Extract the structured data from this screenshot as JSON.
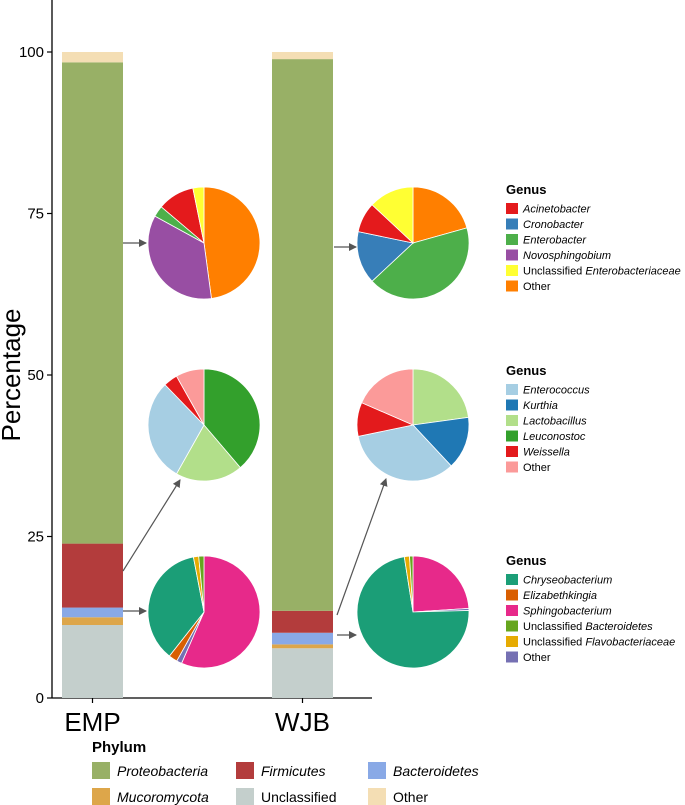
{
  "chart_data": {
    "type": "bar",
    "subtype": "stacked-bar-with-pie-insets",
    "ylabel": "Percentage",
    "ylim": [
      0,
      100
    ],
    "yticks": [
      0,
      25,
      50,
      75,
      100
    ],
    "categories": [
      "EMP",
      "WJB"
    ],
    "bar_series": [
      {
        "name": "Unclassified",
        "color": "#c4cfcc",
        "values": [
          11.3,
          7.7
        ]
      },
      {
        "name": "Mucoromycota",
        "color": "#dda64a",
        "values": [
          1.2,
          0.6
        ]
      },
      {
        "name": "Bacteroidetes",
        "color": "#89a9e6",
        "values": [
          1.5,
          1.8
        ]
      },
      {
        "name": "Firmicutes",
        "color": "#b33c3c",
        "values": [
          9.9,
          3.4
        ]
      },
      {
        "name": "Proteobacteria",
        "color": "#98b066",
        "values": [
          74.5,
          85.4
        ]
      },
      {
        "name": "Other",
        "color": "#f4deb4",
        "values": [
          1.6,
          1.1
        ]
      }
    ],
    "phylum_legend": {
      "title": "Phylum",
      "items": [
        {
          "label": "Proteobacteria",
          "color": "#98b066",
          "italic": true
        },
        {
          "label": "Firmicutes",
          "color": "#b33c3c",
          "italic": true
        },
        {
          "label": "Bacteroidetes",
          "color": "#89a9e6",
          "italic": true
        },
        {
          "label": "Mucoromycota",
          "color": "#dda64a",
          "italic": true
        },
        {
          "label": "Unclassified",
          "color": "#c4cfcc",
          "italic": false
        },
        {
          "label": "Other",
          "color": "#f4deb4",
          "italic": false
        }
      ]
    },
    "pie_groups": [
      {
        "phylum": "Proteobacteria",
        "legend_title": "Genus",
        "legend": [
          {
            "label": "Acinetobacter",
            "italic": "Acinetobacter",
            "color": "#e41a1c"
          },
          {
            "label": "Cronobacter",
            "italic": "Cronobacter",
            "color": "#377eb8"
          },
          {
            "label": "Enterobacter",
            "italic": "Enterobacter",
            "color": "#4daf4a"
          },
          {
            "label": "Novosphingobium",
            "italic": "Novosphingobium",
            "color": "#984ea3"
          },
          {
            "label": "Unclassified Enterobacteriaceae",
            "prefix": "Unclassified ",
            "italic": "Enterobacteriaceae",
            "color": "#ffff33"
          },
          {
            "label": "Other",
            "prefix": "Other",
            "italic": "",
            "color": "#ff7f00"
          }
        ],
        "pies": {
          "EMP": {
            "order": [
              "Other",
              "Novosphingobium",
              "Enterobacter",
              "Acinetobacter",
              "Unclassified Enterobacteriaceae"
            ],
            "values": [
              45,
              33,
              3,
              10,
              3
            ]
          },
          "WJB": {
            "order": [
              "Other",
              "Enterobacter",
              "Cronobacter",
              "Acinetobacter",
              "Unclassified Enterobacteriaceae"
            ],
            "values": [
              19,
              39,
              14,
              8,
              12
            ]
          }
        }
      },
      {
        "phylum": "Firmicutes",
        "legend_title": "Genus",
        "legend": [
          {
            "label": "Enterococcus",
            "italic": "Enterococcus",
            "color": "#a6cee3"
          },
          {
            "label": "Kurthia",
            "italic": "Kurthia",
            "color": "#1f78b4"
          },
          {
            "label": "Lactobacillus",
            "italic": "Lactobacillus",
            "color": "#b2df8a"
          },
          {
            "label": "Leuconostoc",
            "italic": "Leuconostoc",
            "color": "#33a02c"
          },
          {
            "label": "Weissella",
            "italic": "Weissella",
            "color": "#e31a1c"
          },
          {
            "label": "Other",
            "prefix": "Other",
            "italic": "",
            "color": "#fb9a99"
          }
        ],
        "pies": {
          "EMP": {
            "order": [
              "Leuconostoc",
              "Lactobacillus",
              "Enterococcus",
              "Weissella",
              "Other"
            ],
            "values": [
              38,
              19,
              29,
              4,
              8
            ]
          },
          "WJB": {
            "order": [
              "Lactobacillus",
              "Kurthia",
              "Enterococcus",
              "Weissella",
              "Other"
            ],
            "values": [
              21,
              14,
              31,
              9,
              17
            ]
          }
        }
      },
      {
        "phylum": "Bacteroidetes",
        "legend_title": "Genus",
        "legend": [
          {
            "label": "Chryseobacterium",
            "italic": "Chryseobacterium",
            "color": "#1b9e77"
          },
          {
            "label": "Elizabethkingia",
            "italic": "Elizabethkingia",
            "color": "#d95f02"
          },
          {
            "label": "Sphingobacterium",
            "italic": "Sphingobacterium",
            "color": "#e7298a"
          },
          {
            "label": "Unclassified Bacteroidetes",
            "prefix": "Unclassified ",
            "italic": "Bacteroidetes",
            "color": "#66a61e"
          },
          {
            "label": "Unclassified Flavobacteriaceae",
            "prefix": "Unclassified ",
            "italic": "Flavobacteriaceae",
            "color": "#e6ab02"
          },
          {
            "label": "Other",
            "prefix": "Other",
            "italic": "",
            "color": "#7570b3"
          }
        ],
        "pies": {
          "EMP": {
            "order": [
              "Sphingobacterium",
              "Other",
              "Elizabethkingia",
              "Chryseobacterium",
              "Unclassified Flavobacteriaceae",
              "Unclassified Bacteroidetes"
            ],
            "values": [
              56,
              1.5,
              2.5,
              36,
              1.5,
              1.5
            ]
          },
          "WJB": {
            "order": [
              "Sphingobacterium",
              "Other",
              "Chryseobacterium",
              "Unclassified Flavobacteriaceae",
              "Unclassified Bacteroidetes"
            ],
            "values": [
              24,
              0.6,
              73,
              1.5,
              1
            ]
          }
        }
      }
    ]
  }
}
